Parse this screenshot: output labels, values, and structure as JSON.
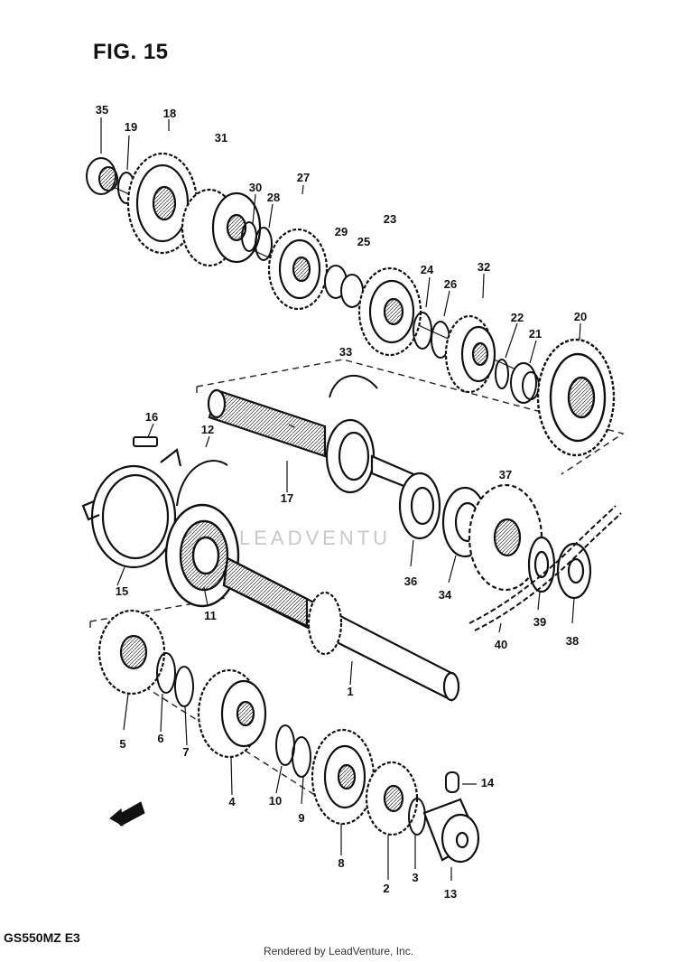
{
  "figure_title": "FIG. 15",
  "model_code": "GS550MZ E3",
  "footer": "Rendered by LeadVenture, Inc.",
  "watermark": "LEADVENTU",
  "callouts": [
    {
      "id": "35",
      "text": "35"
    },
    {
      "id": "19",
      "text": "19"
    },
    {
      "id": "18",
      "text": "18"
    },
    {
      "id": "31",
      "text": "31"
    },
    {
      "id": "27",
      "text": "27"
    },
    {
      "id": "30",
      "text": "30"
    },
    {
      "id": "28",
      "text": "28"
    },
    {
      "id": "23",
      "text": "23"
    },
    {
      "id": "29",
      "text": "29"
    },
    {
      "id": "25",
      "text": "25"
    },
    {
      "id": "24",
      "text": "24"
    },
    {
      "id": "26",
      "text": "26"
    },
    {
      "id": "32",
      "text": "32"
    },
    {
      "id": "22",
      "text": "22"
    },
    {
      "id": "21",
      "text": "21"
    },
    {
      "id": "20",
      "text": "20"
    },
    {
      "id": "33",
      "text": "33"
    },
    {
      "id": "16",
      "text": "16"
    },
    {
      "id": "12",
      "text": "12"
    },
    {
      "id": "17",
      "text": "17"
    },
    {
      "id": "37",
      "text": "37"
    },
    {
      "id": "15",
      "text": "15"
    },
    {
      "id": "36",
      "text": "36"
    },
    {
      "id": "34",
      "text": "34"
    },
    {
      "id": "11",
      "text": "11"
    },
    {
      "id": "39",
      "text": "39"
    },
    {
      "id": "38",
      "text": "38"
    },
    {
      "id": "40",
      "text": "40"
    },
    {
      "id": "1",
      "text": "1"
    },
    {
      "id": "5",
      "text": "5"
    },
    {
      "id": "6",
      "text": "6"
    },
    {
      "id": "7",
      "text": "7"
    },
    {
      "id": "4",
      "text": "4"
    },
    {
      "id": "10",
      "text": "10"
    },
    {
      "id": "9",
      "text": "9"
    },
    {
      "id": "14",
      "text": "14"
    },
    {
      "id": "8",
      "text": "8"
    },
    {
      "id": "2",
      "text": "2"
    },
    {
      "id": "3",
      "text": "3"
    },
    {
      "id": "13",
      "text": "13"
    }
  ]
}
